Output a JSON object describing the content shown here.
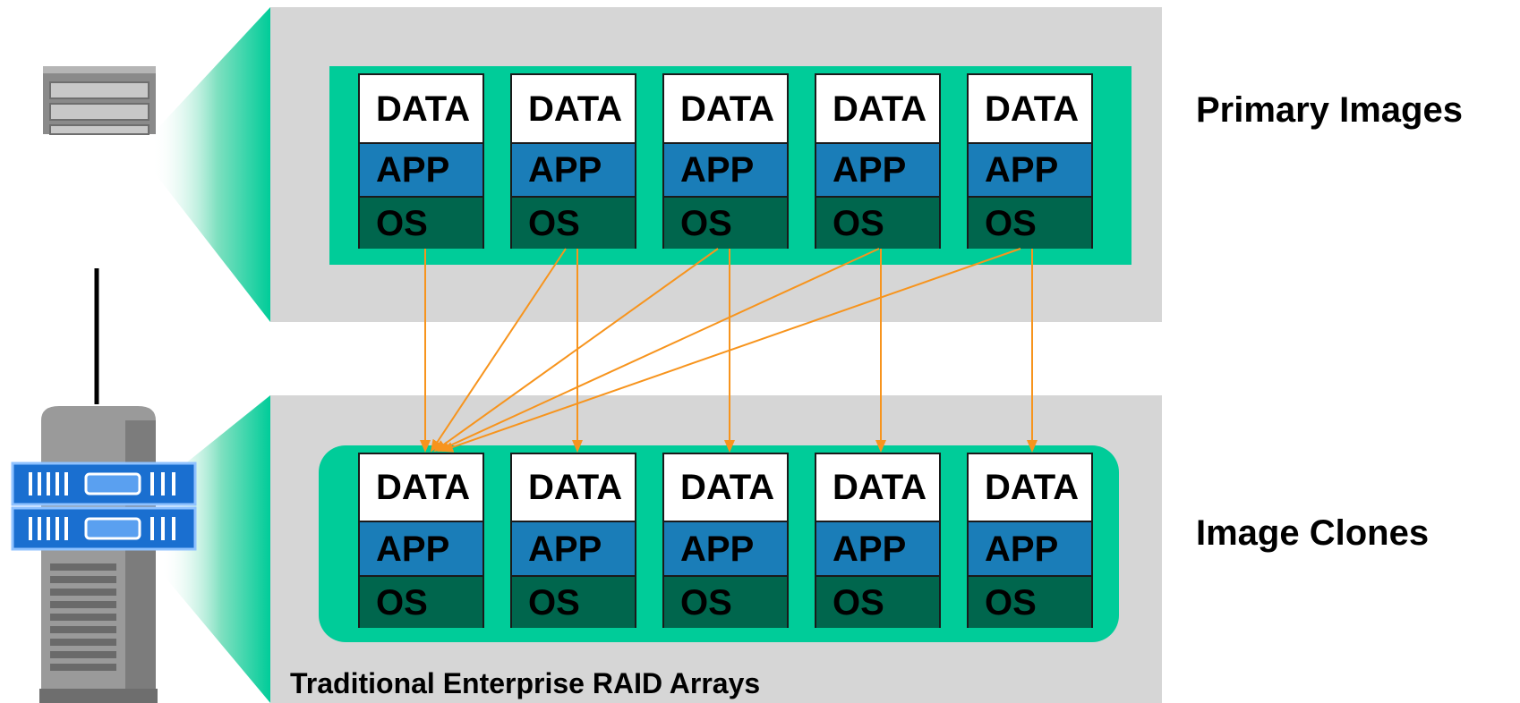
{
  "labels": {
    "primary": "Primary Images",
    "clones": "Image Clones",
    "footer": "Traditional Enterprise RAID Arrays"
  },
  "layers": {
    "data": "DATA",
    "app": "APP",
    "os": "OS"
  },
  "icons": {
    "shelf": "storage-shelf-icon",
    "tower": "storage-tower-icon"
  },
  "colors": {
    "panel": "#d6d6d6",
    "frame": "#00cc99",
    "data": "#ffffff",
    "app": "#1a7db8",
    "os": "#00664d",
    "arrow": "#f7941d"
  }
}
